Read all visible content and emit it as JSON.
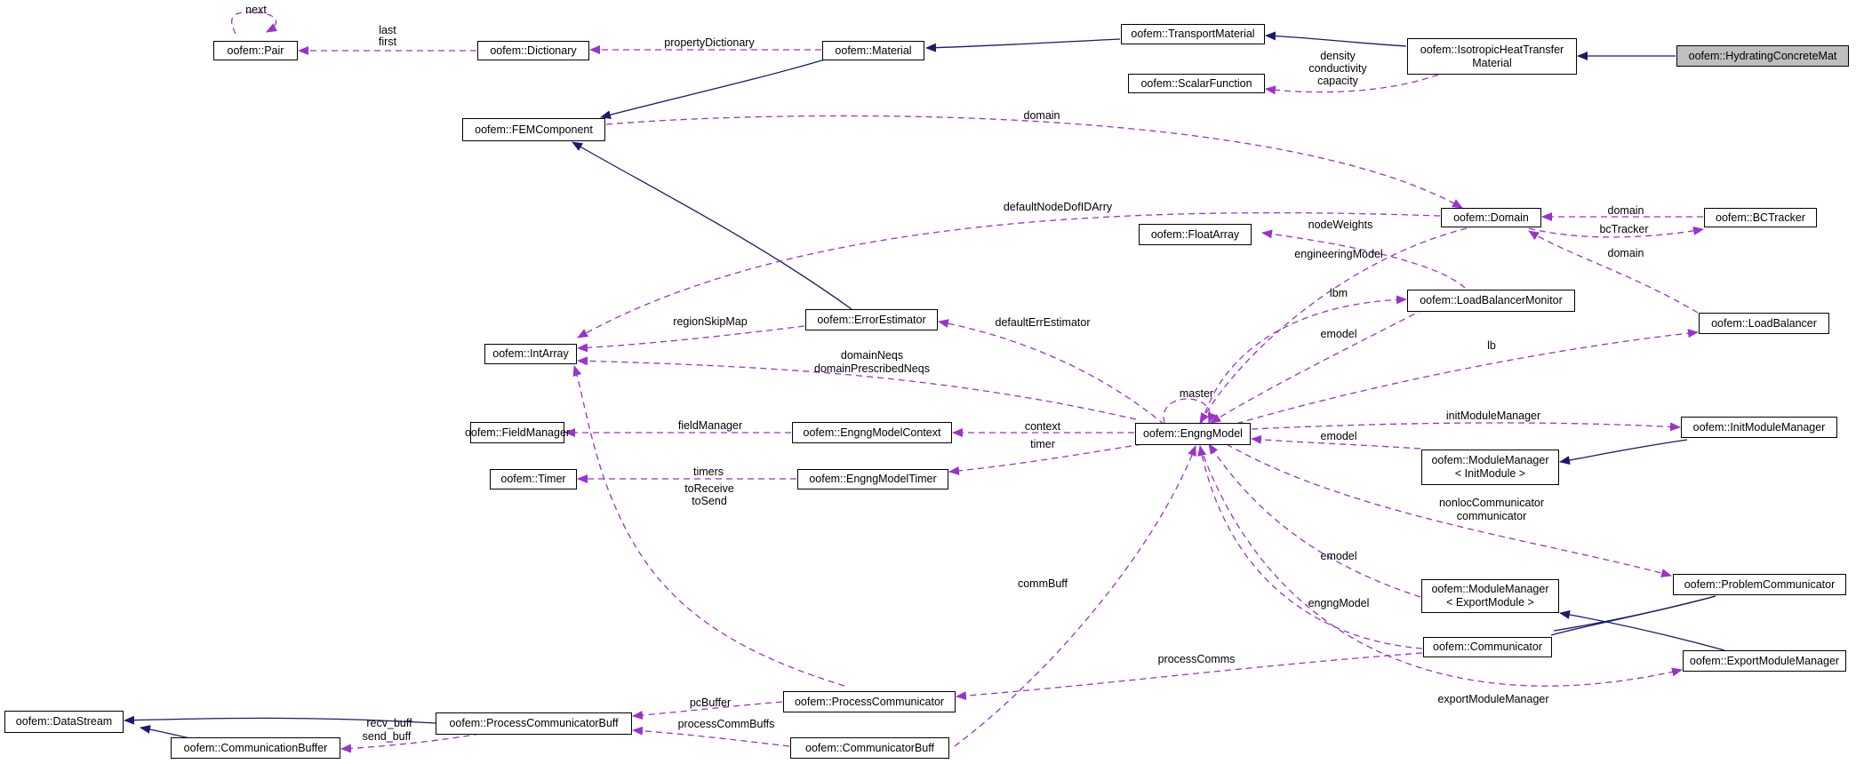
{
  "colors": {
    "inheritance": "#191970",
    "usage": "#9a32cd",
    "highlight": "#bfbfbf"
  },
  "nodes": {
    "pair": "oofem::Pair",
    "dictionary": "oofem::Dictionary",
    "material": "oofem::Material",
    "transport_material": "oofem::TransportMaterial",
    "isotropic_l1": "oofem::IsotropicHeatTransfer",
    "isotropic_l2": "Material",
    "hydrating": "oofem::HydratingConcreteMat",
    "scalar_function": "oofem::ScalarFunction",
    "fem_component": "oofem::FEMComponent",
    "domain": "oofem::Domain",
    "bc_tracker": "oofem::BCTracker",
    "float_array": "oofem::FloatArray",
    "load_balancer_monitor": "oofem::LoadBalancerMonitor",
    "load_balancer": "oofem::LoadBalancer",
    "error_estimator": "oofem::ErrorEstimator",
    "int_array": "oofem::IntArray",
    "field_manager": "oofem::FieldManager",
    "engng_model_context": "oofem::EngngModelContext",
    "engng_model": "oofem::EngngModel",
    "init_module_manager": "oofem::InitModuleManager",
    "mm_init_l1": "oofem::ModuleManager",
    "mm_init_l2": "< InitModule >",
    "timer": "oofem::Timer",
    "engng_model_timer": "oofem::EngngModelTimer",
    "mm_export_l1": "oofem::ModuleManager",
    "mm_export_l2": "< ExportModule >",
    "problem_communicator": "oofem::ProblemCommunicator",
    "communicator": "oofem::Communicator",
    "export_module_manager": "oofem::ExportModuleManager",
    "data_stream": "oofem::DataStream",
    "process_communicator_buff": "oofem::ProcessCommunicatorBuff",
    "process_communicator": "oofem::ProcessCommunicator",
    "communication_buffer": "oofem::CommunicationBuffer",
    "communicator_buff": "oofem::CommunicatorBuff"
  },
  "edge_labels": {
    "next": "next",
    "last": "last",
    "first": "first",
    "property_dictionary": "propertyDictionary",
    "density": "density",
    "conductivity": "conductivity",
    "capacity": "capacity",
    "domain_fem": "domain",
    "default_node_dof": "defaultNodeDofIDArry",
    "node_weights": "nodeWeights",
    "domain_bc": "domain",
    "bc_tracker": "bcTracker",
    "domain_lb": "domain",
    "engineering_model": "engineeringModel",
    "lbm": "lbm",
    "emodel_lbm": "emodel",
    "lb": "lb",
    "region_skip_map": "regionSkipMap",
    "default_err_estimator": "defaultErrEstimator",
    "domain_neqs": "domainNeqs",
    "domain_prescribed_neqs": "domainPrescribedNeqs",
    "master": "master",
    "field_manager": "fieldManager",
    "context": "context",
    "init_module_manager": "initModuleManager",
    "emodel_init": "emodel",
    "timers": "timers",
    "timer": "timer",
    "to_receive": "toReceive",
    "to_send": "toSend",
    "nonloc_communicator": "nonlocCommunicator",
    "communicator": "communicator",
    "emodel_export": "emodel",
    "comm_buff": "commBuff",
    "engng_model": "engngModel",
    "process_comms": "processComms",
    "export_module_manager": "exportModuleManager",
    "pc_buffer": "pcBuffer",
    "recv_buff": "recv_buff",
    "send_buff": "send_buff",
    "process_comm_buffs": "processCommBuffs"
  }
}
